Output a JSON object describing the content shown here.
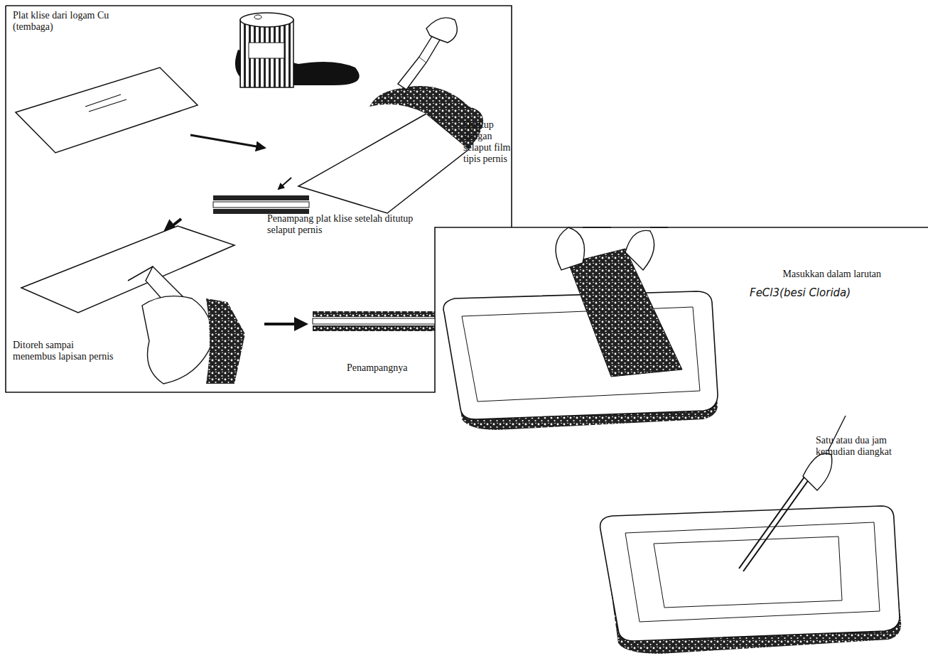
{
  "diagram": {
    "labels": [
      "Plat klise dari logam Cu (tembaga)",
      "Ditutup dengan selaput film tipis pernis",
      "Penampang plat klise setelah ditutup selaput pernis",
      "Ditoreh sampai menembus lapisan pernis",
      "Penampangnya",
      "Masukkan dalam larutan",
      "FeCl3(besi Clorida)",
      "Satu atau dua jam kemudian diangkat"
    ]
  }
}
